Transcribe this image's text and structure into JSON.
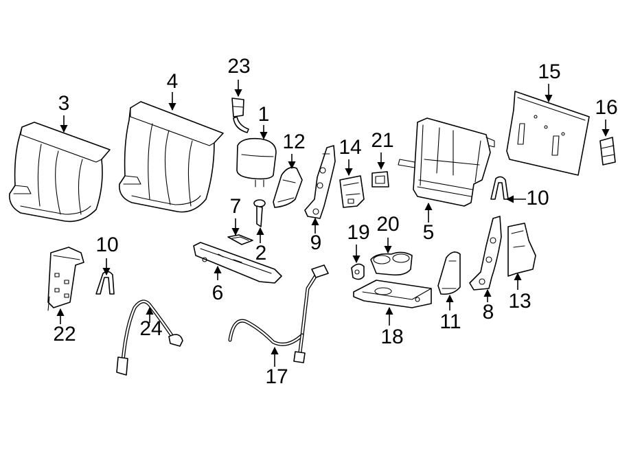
{
  "labels": [
    {
      "key": "1",
      "text": "1"
    },
    {
      "key": "2",
      "text": "2"
    },
    {
      "key": "3",
      "text": "3"
    },
    {
      "key": "4",
      "text": "4"
    },
    {
      "key": "5",
      "text": "5"
    },
    {
      "key": "6",
      "text": "6"
    },
    {
      "key": "7",
      "text": "7"
    },
    {
      "key": "8",
      "text": "8"
    },
    {
      "key": "9",
      "text": "9"
    },
    {
      "key": "10a",
      "text": "10"
    },
    {
      "key": "10b",
      "text": "10"
    },
    {
      "key": "11",
      "text": "11"
    },
    {
      "key": "12",
      "text": "12"
    },
    {
      "key": "13",
      "text": "13"
    },
    {
      "key": "14",
      "text": "14"
    },
    {
      "key": "15",
      "text": "15"
    },
    {
      "key": "16",
      "text": "16"
    },
    {
      "key": "17",
      "text": "17"
    },
    {
      "key": "18",
      "text": "18"
    },
    {
      "key": "19",
      "text": "19"
    },
    {
      "key": "20",
      "text": "20"
    },
    {
      "key": "21",
      "text": "21"
    },
    {
      "key": "22",
      "text": "22"
    },
    {
      "key": "23",
      "text": "23"
    },
    {
      "key": "24",
      "text": "24"
    }
  ]
}
